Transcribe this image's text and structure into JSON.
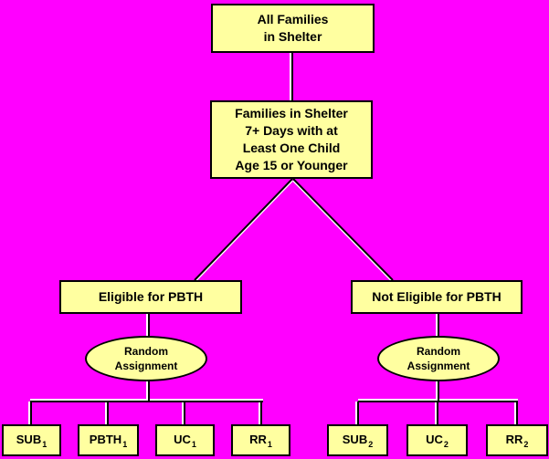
{
  "colors": {
    "background": "#FF00FF",
    "node_fill": "#FFFFA0",
    "node_border": "#000000",
    "line": "#000000",
    "line_highlight": "#FFFFFF"
  },
  "nodes": {
    "all_families": {
      "label": "All Families\nin Shelter"
    },
    "eligibility_criteria": {
      "label": "Families in Shelter\n7+ Days with at\nLeast One Child\nAge 15 or Younger"
    },
    "eligible": {
      "label": "Eligible for PBTH"
    },
    "not_eligible": {
      "label": "Not Eligible for PBTH"
    },
    "random_left": {
      "label": "Random\nAssignment"
    },
    "random_right": {
      "label": "Random\nAssignment"
    },
    "leaves_left": [
      {
        "base": "SUB",
        "sub": "1"
      },
      {
        "base": "PBTH",
        "sub": "1"
      },
      {
        "base": "UC",
        "sub": "1"
      },
      {
        "base": "RR",
        "sub": "1"
      }
    ],
    "leaves_right": [
      {
        "base": "SUB",
        "sub": "2"
      },
      {
        "base": "UC",
        "sub": "2"
      },
      {
        "base": "RR",
        "sub": "2"
      }
    ]
  }
}
